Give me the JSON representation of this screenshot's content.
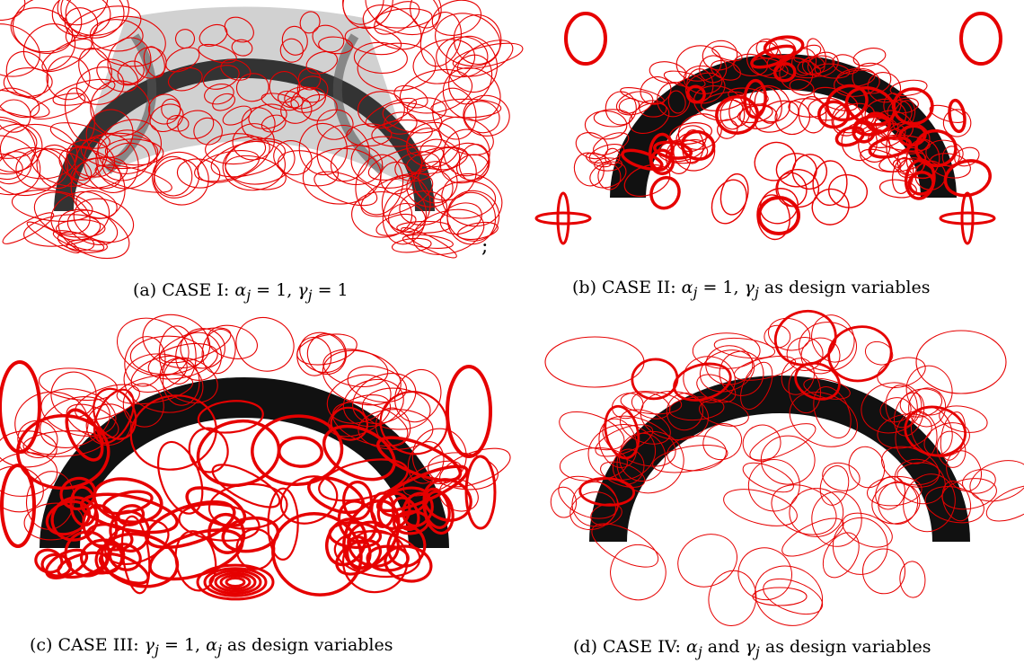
{
  "figures": [
    {
      "id": "a",
      "label": "(a)",
      "case": "CASE I:",
      "desc_html": "<i>α</i><sub><i>j</i></sub> = 1, <i>γ</i><sub><i>j</i></sub> = 1",
      "text": "(a) CASE I: αj = 1, γj = 1"
    },
    {
      "id": "b",
      "label": "(b)",
      "case": "CASE II:",
      "desc_html": "<i>α</i><sub><i>j</i></sub> = 1, <i>γ</i><sub><i>j</i></sub> as design variables",
      "text": "(b) CASE II: αj = 1, γj as design variables"
    },
    {
      "id": "c",
      "label": "(c)",
      "case": "CASE III:",
      "desc_html": "<i>γ</i><sub><i>j</i></sub> = 1, <i>α</i><sub><i>j</i></sub> as design variables",
      "text": "(c) CASE III: γj = 1, αj as design variables"
    },
    {
      "id": "d",
      "label": "(d)",
      "case": "CASE IV:",
      "desc_html": "<i>α</i><sub><i>j</i></sub> and <i>γ</i><sub><i>j</i></sub> as design variables",
      "text": "(d) CASE IV: αj and γj as design variables"
    }
  ],
  "stray_mark": ";",
  "colors": {
    "ellipse": "#e60000",
    "structure": "#111111",
    "background": "#ffffff"
  }
}
